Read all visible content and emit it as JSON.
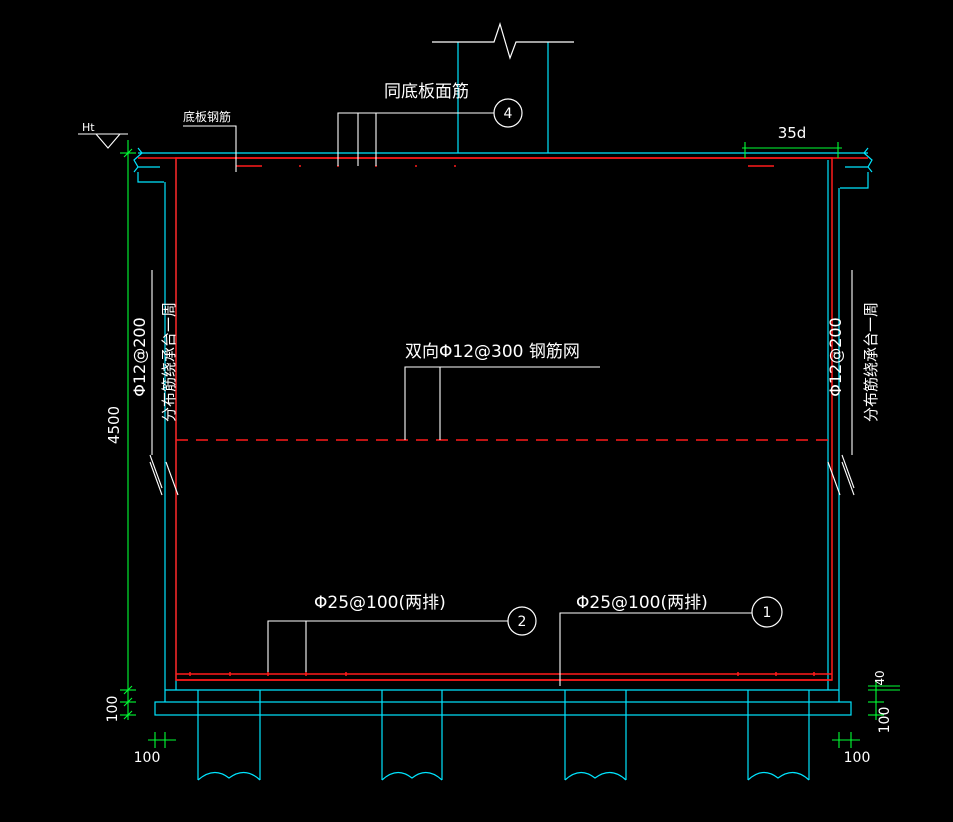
{
  "colors": {
    "background": "#000000",
    "concrete": "#00e5ff",
    "rebar": "#ff1a1a",
    "dimension": "#00ff33",
    "text": "#ffffff"
  },
  "labels": {
    "ht": "Ht",
    "bottom_slab_rebar": "底板钢筋",
    "same_as_bottom_slab": "同底板面筋",
    "circle_4": "4",
    "anchor_35d": "35d",
    "left_wall_rebar": "Φ12@200",
    "left_wall_dist": "分布筋绕承台一周",
    "right_wall_rebar": "Φ12@200",
    "right_wall_dist": "分布筋绕承台一周",
    "mesh": "双向Φ12@300 钢筋网",
    "bottom_rebar_left": "Φ25@100(两排)",
    "circle_2": "2",
    "bottom_rebar_right": "Φ25@100(两排)",
    "circle_1": "1"
  },
  "dimensions": {
    "height_4500": "4500",
    "left_100_vertical": "100",
    "left_100_horizontal": "100",
    "right_100_vertical": "100",
    "right_100_horizontal": "100",
    "right_40": "40"
  }
}
